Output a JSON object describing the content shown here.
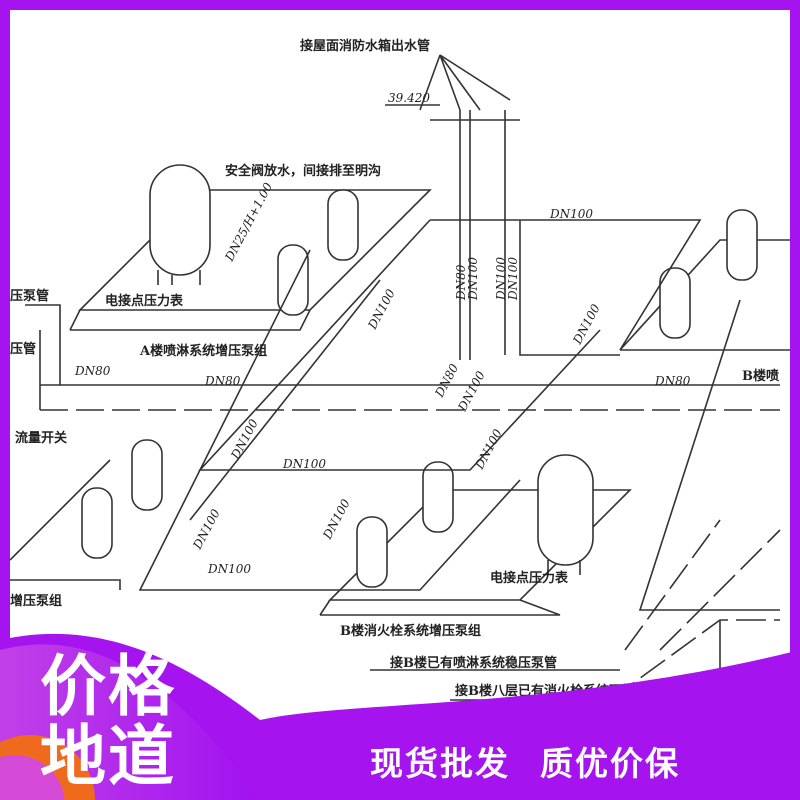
{
  "diagram": {
    "roof_tank_outlet": "接屋面消防水箱出水管",
    "elevation": "39.420",
    "safety_valve_note": "安全阀放水，间接排至明沟",
    "drain_spec": "DN25/H+1.00",
    "pressure_gauge_a": "电接点压力表",
    "pressure_gauge_b": "电接点压力表",
    "pump_pipe_left": "压泵管",
    "pressure_pipe_left": "压管",
    "group_a_sprinkler": "A楼喷淋系统增压泵组",
    "group_b_partial": "B楼喷",
    "flow_switch": "流量开关",
    "group_left_partial": "增压泵组",
    "group_b_hydrant": "B楼消火栓系统增压泵组",
    "connect_b_sprinkler": "接B楼已有喷淋系统稳压泵管",
    "connect_b_hydrant": "接B楼八层已有消火栓系统环管",
    "pipe_sizes": [
      "DN100",
      "DN80",
      "DN100",
      "DN100",
      "DN100",
      "DN80",
      "DN80",
      "DN100",
      "DN80",
      "DN100",
      "DN100",
      "DN80",
      "DN100",
      "DN100",
      "DN100",
      "DN100",
      "DN100",
      "DN100"
    ]
  },
  "banner": {
    "headline_line1": "价格",
    "headline_line2": "地道",
    "slogan_1": "现货批发",
    "slogan_2": "质优价保",
    "colors": {
      "frame": "#a514ee",
      "accent_orange": "#f06a1e"
    }
  }
}
